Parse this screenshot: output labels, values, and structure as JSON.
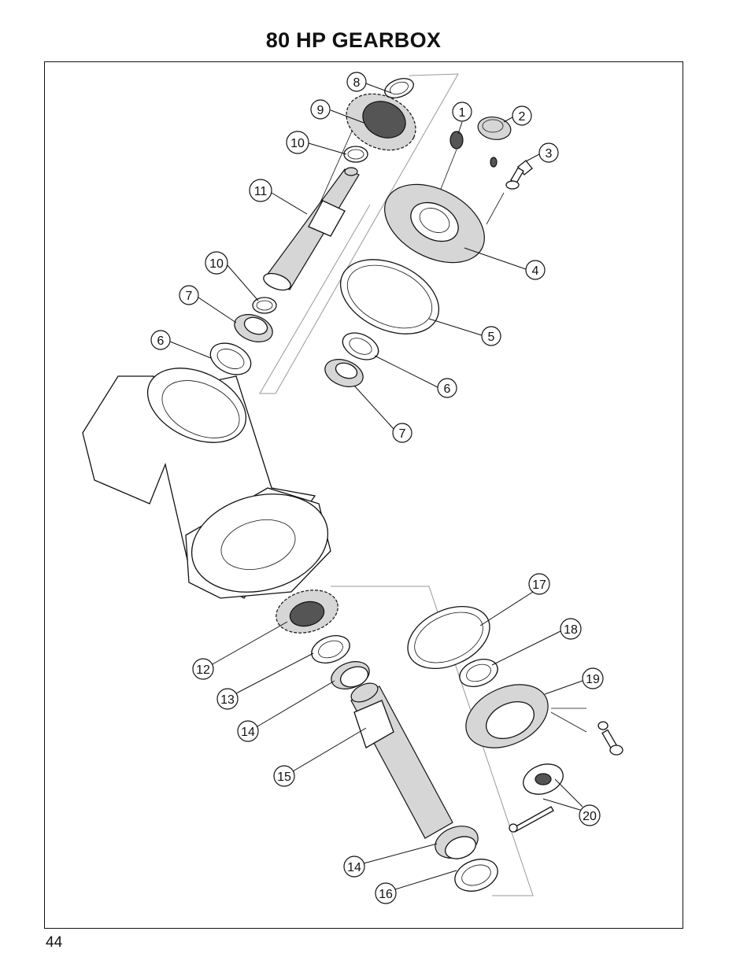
{
  "page": {
    "title": "80 HP GEARBOX",
    "page_number": "44"
  },
  "callouts": [
    {
      "label": "8"
    },
    {
      "label": "9"
    },
    {
      "label": "1"
    },
    {
      "label": "2"
    },
    {
      "label": "10"
    },
    {
      "label": "3"
    },
    {
      "label": "11"
    },
    {
      "label": "10"
    },
    {
      "label": "4"
    },
    {
      "label": "7"
    },
    {
      "label": "6"
    },
    {
      "label": "5"
    },
    {
      "label": "6"
    },
    {
      "label": "7"
    },
    {
      "label": "17"
    },
    {
      "label": "18"
    },
    {
      "label": "12"
    },
    {
      "label": "19"
    },
    {
      "label": "13"
    },
    {
      "label": "14"
    },
    {
      "label": "15"
    },
    {
      "label": "20"
    },
    {
      "label": "14"
    },
    {
      "label": "16"
    }
  ]
}
